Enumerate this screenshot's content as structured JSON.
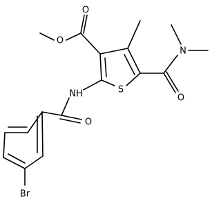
{
  "structure": {
    "atoms": {
      "o_carbonyl_ester": "O",
      "o_methoxy": "O",
      "o_amide_dimethyl": "O",
      "n_dimethyl": "N",
      "s_ring": "S",
      "nh_amide": "NH",
      "o_benzamide": "O",
      "br": "Br"
    }
  },
  "colors": {
    "bond": "#000000",
    "background": "#ffffff"
  }
}
